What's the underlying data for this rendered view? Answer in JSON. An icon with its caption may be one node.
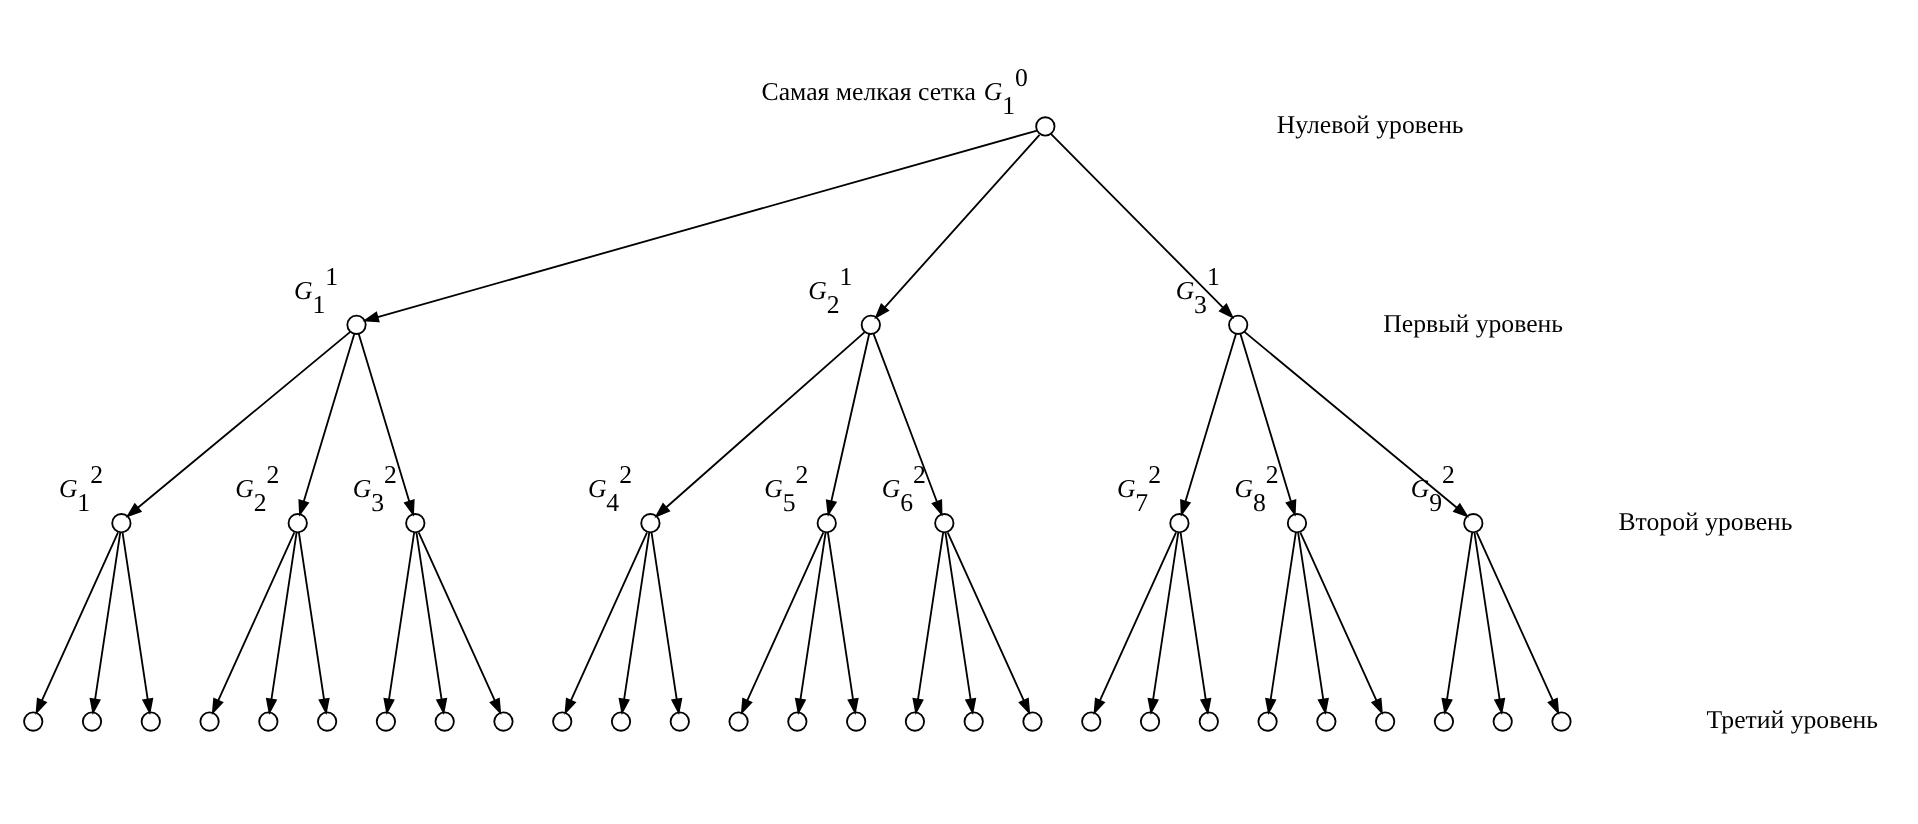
{
  "diagram": {
    "nodes": [
      {
        "text": [],
        "shape": "circle",
        "beside": [
          "Самая мелкая сетка *G*$_{1}$$^{0}$"
        ]
      },
      {
        "text": [],
        "shape": "circle",
        "beside": [
          "*G*$_{1}$$^{1}$"
        ]
      },
      {
        "text": [],
        "shape": "circle",
        "beside": [
          "*G*$_{2}$$^{1}$"
        ]
      },
      {
        "text": [],
        "shape": "circle",
        "beside": [
          "*G*$_{3}$$^{1}$"
        ]
      },
      {
        "text": [],
        "shape": "circle",
        "beside": [
          "*G*$_{1}$$^{2}$"
        ]
      },
      {
        "text": [],
        "shape": "circle",
        "beside": [
          "*G*$_{2}$$^{2}$"
        ]
      },
      {
        "text": [],
        "shape": "circle",
        "beside": [
          "*G*$_{3}$$^{2}$"
        ]
      },
      {
        "text": [],
        "shape": "circle",
        "beside": [
          "*G*$_{4}$$^{2}$"
        ]
      },
      {
        "text": [],
        "shape": "circle",
        "beside": [
          "*G*$_{5}$$^{2}$"
        ]
      },
      {
        "text": [],
        "shape": "circle",
        "beside": [
          "*G*$_{6}$$^{2}$"
        ]
      },
      {
        "text": [],
        "shape": "circle",
        "beside": [
          "*G*$_{7}$$^{2}$"
        ]
      },
      {
        "text": [],
        "shape": "circle",
        "beside": [
          "*G*$_{8}$$^{2}$"
        ]
      },
      {
        "text": [],
        "shape": "circle",
        "beside": [
          "*G*$_{9}$$^{2}$"
        ]
      },
      {
        "text": [],
        "shape": "circle"
      },
      {
        "text": [],
        "shape": "circle"
      },
      {
        "text": [],
        "shape": "circle"
      },
      {
        "text": [],
        "shape": "circle"
      },
      {
        "text": [],
        "shape": "circle"
      },
      {
        "text": [],
        "shape": "circle"
      },
      {
        "text": [],
        "shape": "circle"
      },
      {
        "text": [],
        "shape": "circle"
      },
      {
        "text": [],
        "shape": "circle"
      },
      {
        "text": [],
        "shape": "circle"
      },
      {
        "text": [],
        "shape": "circle"
      },
      {
        "text": [],
        "shape": "circle"
      },
      {
        "text": [],
        "shape": "circle"
      },
      {
        "text": [],
        "shape": "circle"
      },
      {
        "text": [],
        "shape": "circle"
      },
      {
        "text": [],
        "shape": "circle"
      },
      {
        "text": [],
        "shape": "circle"
      },
      {
        "text": [],
        "shape": "circle"
      },
      {
        "text": [],
        "shape": "circle"
      },
      {
        "text": [],
        "shape": "circle"
      },
      {
        "text": [],
        "shape": "circle"
      },
      {
        "text": [],
        "shape": "circle"
      },
      {
        "text": [],
        "shape": "circle"
      },
      {
        "text": [],
        "shape": "circle"
      },
      {
        "text": [],
        "shape": "circle"
      },
      {
        "text": [],
        "shape": "circle"
      },
      {
        "text": [],
        "shape": "circle"
      }
    ],
    "edges": [
      {
        "from": 0,
        "to": 1,
        "arrow": "to"
      },
      {
        "from": 0,
        "to": 2,
        "arrow": "to"
      },
      {
        "from": 0,
        "to": 3,
        "arrow": "to"
      },
      {
        "from": 1,
        "to": 4,
        "arrow": "to"
      },
      {
        "from": 1,
        "to": 5,
        "arrow": "to"
      },
      {
        "from": 1,
        "to": 6,
        "arrow": "to"
      },
      {
        "from": 2,
        "to": 7,
        "arrow": "to"
      },
      {
        "from": 2,
        "to": 8,
        "arrow": "to"
      },
      {
        "from": 2,
        "to": 9,
        "arrow": "to"
      },
      {
        "from": 3,
        "to": 10,
        "arrow": "to"
      },
      {
        "from": 3,
        "to": 11,
        "arrow": "to"
      },
      {
        "from": 3,
        "to": 12,
        "arrow": "to"
      },
      {
        "from": 4,
        "to": 13,
        "arrow": "to"
      },
      {
        "from": 4,
        "to": 14,
        "arrow": "to"
      },
      {
        "from": 4,
        "to": 15,
        "arrow": "to"
      },
      {
        "from": 5,
        "to": 16,
        "arrow": "to"
      },
      {
        "from": 5,
        "to": 17,
        "arrow": "to"
      },
      {
        "from": 5,
        "to": 18,
        "arrow": "to"
      },
      {
        "from": 6,
        "to": 19,
        "arrow": "to"
      },
      {
        "from": 6,
        "to": 20,
        "arrow": "to"
      },
      {
        "from": 6,
        "to": 21,
        "arrow": "to"
      },
      {
        "from": 7,
        "to": 22,
        "arrow": "to"
      },
      {
        "from": 7,
        "to": 23,
        "arrow": "to"
      },
      {
        "from": 7,
        "to": 24,
        "arrow": "to"
      },
      {
        "from": 8,
        "to": 25,
        "arrow": "to"
      },
      {
        "from": 8,
        "to": 26,
        "arrow": "to"
      },
      {
        "from": 8,
        "to": 27,
        "arrow": "to"
      },
      {
        "from": 9,
        "to": 28,
        "arrow": "to"
      },
      {
        "from": 9,
        "to": 29,
        "arrow": "to"
      },
      {
        "from": 9,
        "to": 30,
        "arrow": "to"
      },
      {
        "from": 10,
        "to": 31,
        "arrow": "to"
      },
      {
        "from": 10,
        "to": 32,
        "arrow": "to"
      },
      {
        "from": 10,
        "to": 33,
        "arrow": "to"
      },
      {
        "from": 11,
        "to": 34,
        "arrow": "to"
      },
      {
        "from": 11,
        "to": 35,
        "arrow": "to"
      },
      {
        "from": 11,
        "to": 36,
        "arrow": "to"
      },
      {
        "from": 12,
        "to": 37,
        "arrow": "to"
      },
      {
        "from": 12,
        "to": 38,
        "arrow": "to"
      },
      {
        "from": 12,
        "to": 39,
        "arrow": "to"
      }
    ],
    "labels": [
      "Нулевой уровень",
      "Первый уровень",
      "Второй уровень",
      "Третий уровень"
    ]
  }
}
